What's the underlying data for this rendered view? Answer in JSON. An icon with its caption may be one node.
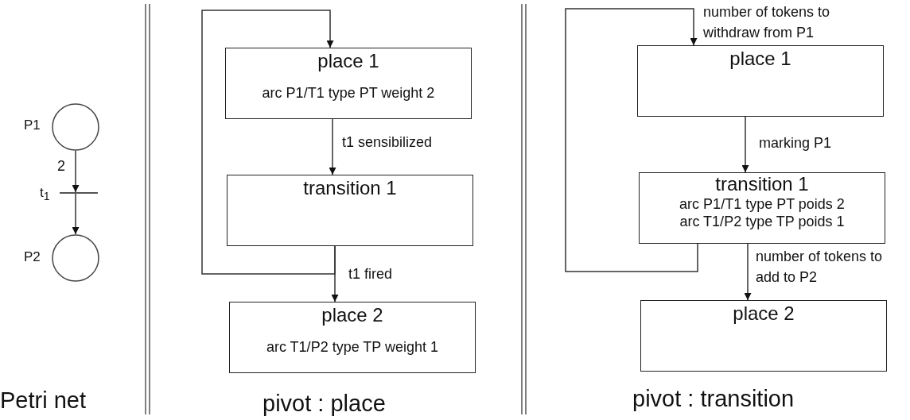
{
  "diagram": {
    "nodes": [
      {
        "text": [],
        "shape": "circle",
        "beside": [
          "P1"
        ]
      },
      {
        "text": [],
        "shape": "bar",
        "beside": [
          "t$_{1}$"
        ]
      },
      {
        "text": [],
        "shape": "circle",
        "beside": [
          "P2"
        ]
      },
      {
        "text": [
          "place 1",
          "arc P1/T1 type PT weight 2"
        ]
      },
      {
        "text": [
          "transition 1"
        ]
      },
      {
        "text": [
          "place 2",
          "arc T1/P2 type TP weight 1"
        ]
      },
      {
        "text": [
          "place 1"
        ]
      },
      {
        "text": [
          "transition 1",
          "arc P1/T1 type PT poids 2",
          "arc T1/P2 type TP poids 1"
        ]
      },
      {
        "text": [
          "place 2"
        ]
      }
    ],
    "edges": [
      {
        "from": 0,
        "to": 1,
        "arrow": "to",
        "label": "2"
      },
      {
        "from": 1,
        "to": 2,
        "arrow": "to"
      },
      {
        "from": 3,
        "to": 4,
        "arrow": "to",
        "label": "t1 sensibilized"
      },
      {
        "from": 4,
        "to": 5,
        "arrow": "to",
        "label": "t1 fired"
      },
      {
        "from": 4,
        "to": 3,
        "arrow": "to"
      },
      {
        "from": 6,
        "to": 7,
        "arrow": "to",
        "label": "marking P1"
      },
      {
        "from": 7,
        "to": 8,
        "arrow": "to",
        "label": "number of tokens to add to P2"
      },
      {
        "from": 7,
        "to": 6,
        "arrow": "to",
        "label": "number of tokens to withdraw from P1"
      }
    ],
    "labels": [
      "Petri net",
      "pivot : place",
      "pivot : transition"
    ]
  }
}
